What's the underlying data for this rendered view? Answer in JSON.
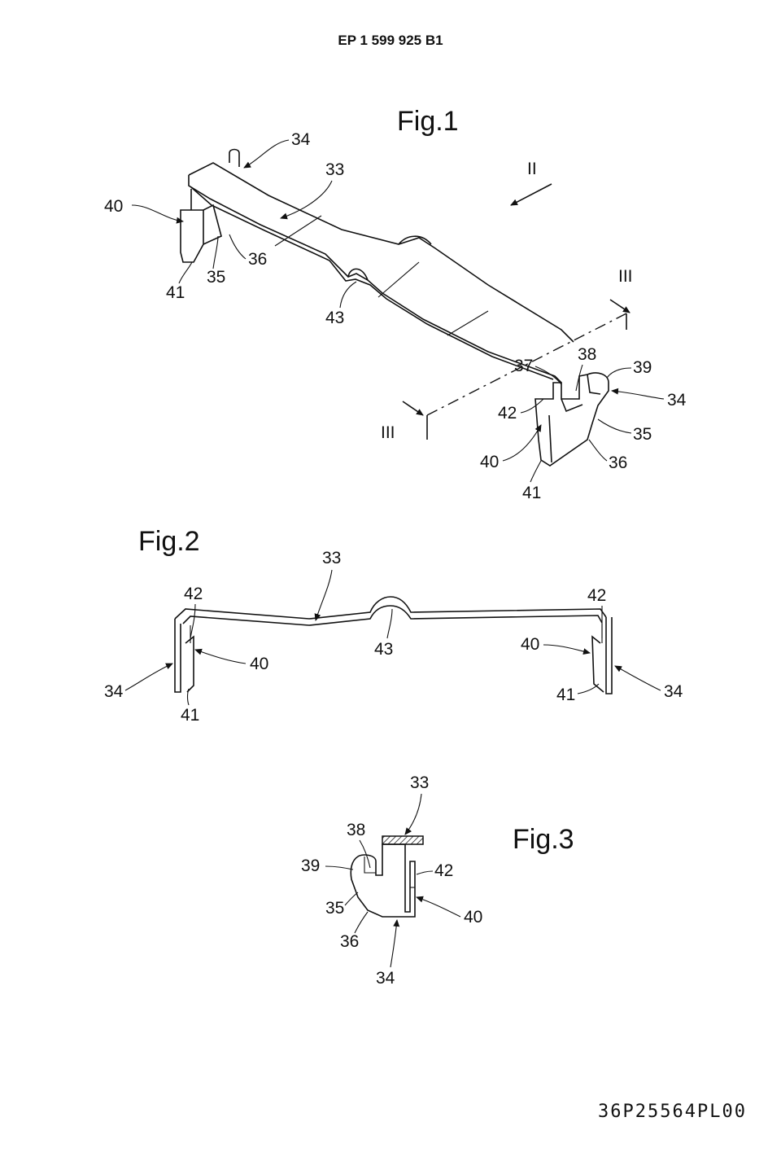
{
  "header": {
    "patent_number": "EP 1 599 925 B1"
  },
  "footer": {
    "code": "36P25564PL00"
  },
  "figures": [
    {
      "title": "Fig.1",
      "labels": {
        "l34_top": "34",
        "l33": "33",
        "l40": "40",
        "l35": "35",
        "l36": "36",
        "l41": "41",
        "l43": "43",
        "lII": "II",
        "lIII_right": "III",
        "lIII_left": "III",
        "l37": "37",
        "l38": "38",
        "l39": "39",
        "l34_right": "34",
        "l42": "42",
        "l35_right": "35",
        "l40_bottom": "40",
        "l36_right": "36",
        "l41_bottom": "41"
      }
    },
    {
      "title": "Fig.2",
      "labels": {
        "l33": "33",
        "l42_left": "42",
        "l42_right": "42",
        "l40_left": "40",
        "l43": "43",
        "l40_right": "40",
        "l34_left": "34",
        "l41_right": "41",
        "l34_right": "34",
        "l41_left": "41"
      }
    },
    {
      "title": "Fig.3",
      "labels": {
        "l33": "33",
        "l38": "38",
        "l39": "39",
        "l42": "42",
        "l35": "35",
        "l40": "40",
        "l36": "36",
        "l34": "34"
      }
    }
  ]
}
